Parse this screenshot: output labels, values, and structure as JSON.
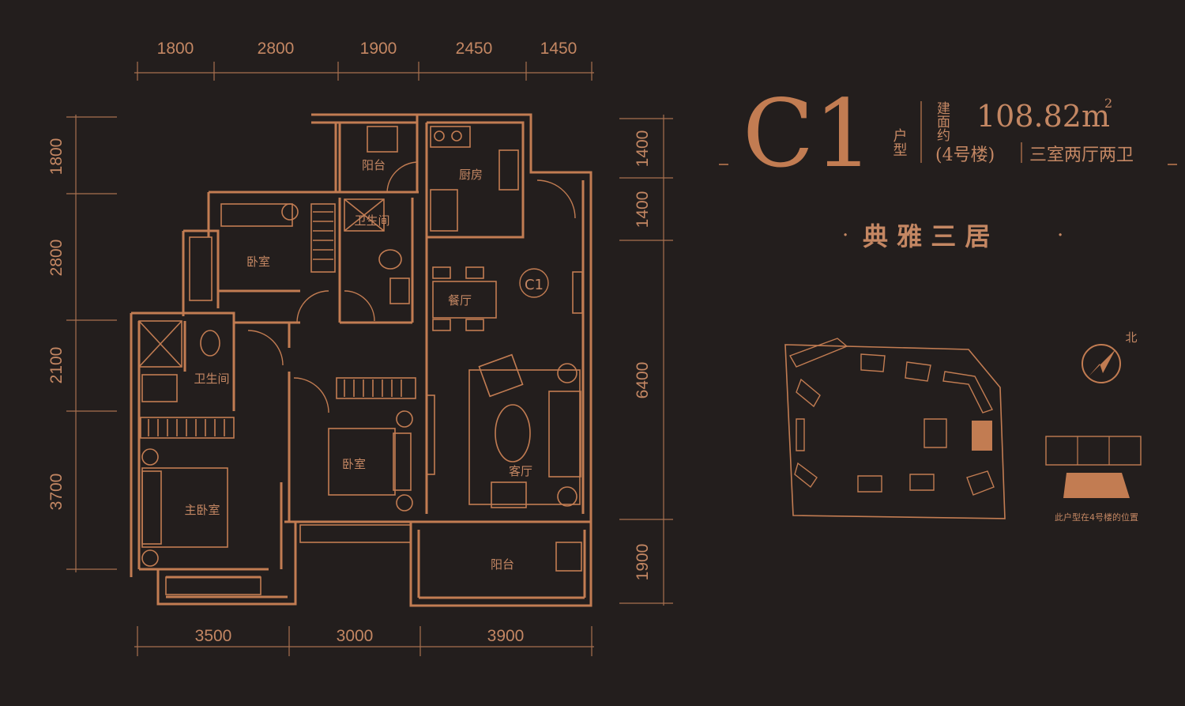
{
  "unit": {
    "code": "C1",
    "type_label": "户型",
    "area_label": "建面约",
    "area_value": "108.82m",
    "area_sup": "2",
    "building": "(4号楼)",
    "layout": "三室两厅两卫",
    "slogan": "典 雅 三 居",
    "slogan_dot_left": "·",
    "slogan_dot_right": "·"
  },
  "rooms": {
    "balcony_top": "阳台",
    "kitchen": "厨房",
    "bathroom_top": "卫生间",
    "bedroom_nw": "卧室",
    "dining": "餐厅",
    "unit_badge": "C1",
    "bathroom_left": "卫生间",
    "bedroom_mid": "卧室",
    "living": "客厅",
    "master_bedroom": "主卧室",
    "balcony_bottom": "阳台"
  },
  "dimensions": {
    "top": [
      "1800",
      "2800",
      "1900",
      "2450",
      "1450"
    ],
    "bottom": [
      "3500",
      "3000",
      "3900"
    ],
    "left": [
      "1800",
      "2800",
      "2100",
      "3700"
    ],
    "right": [
      "1400",
      "1400",
      "6400",
      "1900"
    ]
  },
  "site_plan": {
    "north_label": "北",
    "caption": "此户型在4号楼的位置"
  },
  "colors": {
    "background": "#231e1d",
    "accent": "#c27c52",
    "text": "#c48763"
  }
}
